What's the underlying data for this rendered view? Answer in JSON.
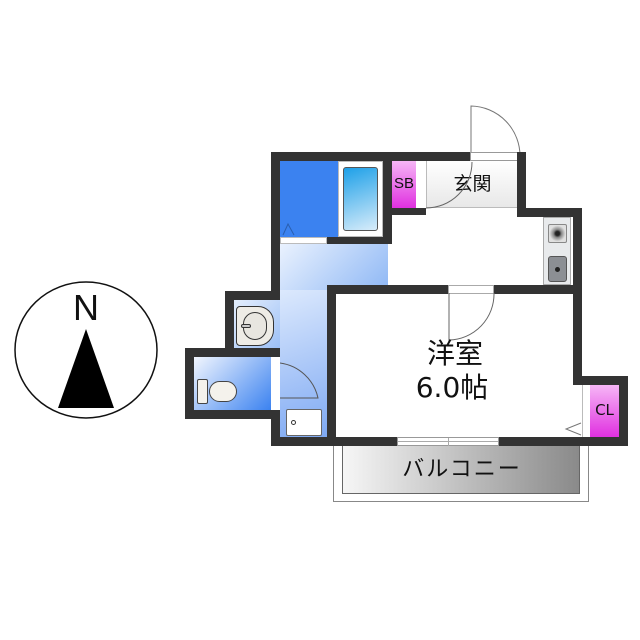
{
  "compass": {
    "label": "N"
  },
  "rooms": {
    "entrance": {
      "label": "玄関"
    },
    "shoe_box": {
      "label": "SB"
    },
    "western_room": {
      "label": "洋室",
      "size": "6.0帖"
    },
    "closet": {
      "label": "CL"
    },
    "balcony": {
      "label": "バルコニー"
    }
  },
  "colors": {
    "wall": "#333333",
    "bath_blue": "#3b82f0",
    "storage_magenta": "#e040e0",
    "balcony_gray": "#8a8a8a"
  }
}
